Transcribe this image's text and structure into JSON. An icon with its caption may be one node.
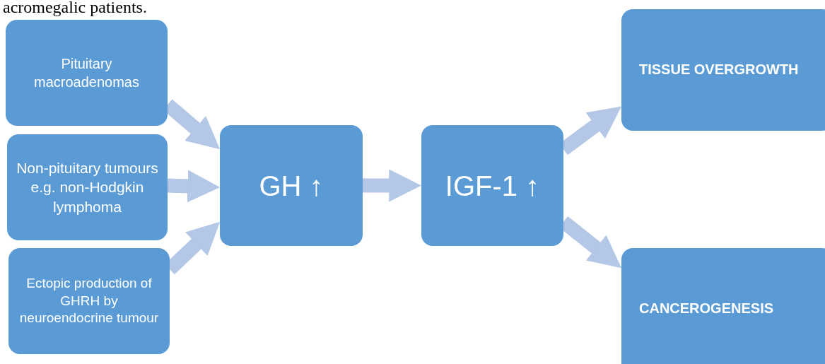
{
  "diagram": {
    "nodes": [
      {
        "text": [
          "Pituitary macroadenomas"
        ]
      },
      {
        "text": [
          "Non-pituitary tumours e.g. non-Hodgkin lymphoma"
        ]
      },
      {
        "text": [
          "Ectopic production of GHRH by neuroendocrine tumour"
        ]
      },
      {
        "text": [
          "GH ↑"
        ]
      },
      {
        "text": [
          "IGF-1 ↑"
        ]
      },
      {
        "text": [
          "TISSUE OVERGROWTH"
        ]
      },
      {
        "text": [
          "CANCEROGENESIS"
        ]
      }
    ],
    "edges": [
      {
        "from": 0,
        "to": 3,
        "arrow": "to"
      },
      {
        "from": 1,
        "to": 3,
        "arrow": "to"
      },
      {
        "from": 2,
        "to": 3,
        "arrow": "to"
      },
      {
        "from": 3,
        "to": 4,
        "arrow": "to"
      },
      {
        "from": 4,
        "to": 5,
        "arrow": "to"
      },
      {
        "from": 4,
        "to": 6,
        "arrow": "to"
      }
    ],
    "labels": [
      "acromegalic patients."
    ]
  }
}
